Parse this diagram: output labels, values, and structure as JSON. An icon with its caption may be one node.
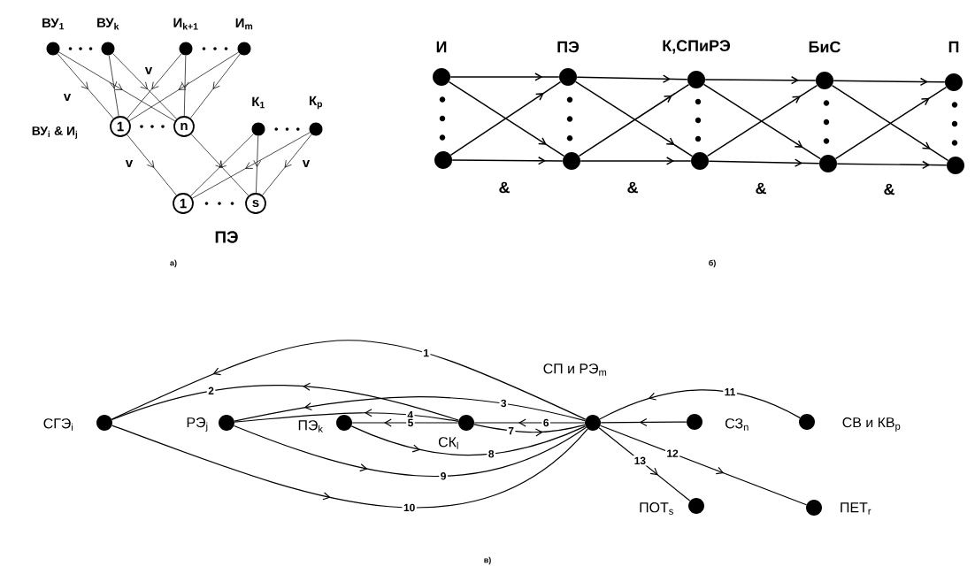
{
  "diagram": {
    "nodes": [
      {
        "text": [
          "ВУ$_{1}$"
        ]
      },
      {
        "text": [
          "ВУ$_{k}$"
        ]
      },
      {
        "text": [
          "И$_{k+1}$"
        ]
      },
      {
        "text": [
          "И$_{m}$"
        ]
      },
      {
        "text": [
          "1"
        ]
      },
      {
        "text": [
          "n"
        ]
      },
      {
        "text": [
          "К$_{1}$"
        ]
      },
      {
        "text": [
          "К$_{p}$"
        ]
      },
      {
        "text": [
          "1"
        ]
      },
      {
        "text": [
          "s"
        ]
      },
      {
        "text": [
          "И"
        ]
      },
      {
        "text": [],
        "shape": "circle"
      },
      {
        "text": [
          "ПЭ"
        ]
      },
      {
        "text": [],
        "shape": "circle"
      },
      {
        "text": [
          "К,СПиРЭ"
        ]
      },
      {
        "text": [],
        "shape": "circle"
      },
      {
        "text": [
          "БиС"
        ]
      },
      {
        "text": [],
        "shape": "circle"
      },
      {
        "text": [
          "П"
        ]
      },
      {
        "text": [],
        "shape": "circle"
      },
      {
        "text": [
          "СГЭ$_{i}$"
        ]
      },
      {
        "text": [
          "РЭ$_{j}$"
        ]
      },
      {
        "text": [
          "ПЭ$_{k}$"
        ]
      },
      {
        "text": [
          "СК$_{l}$"
        ]
      },
      {
        "text": [
          "СП и РЭ$_{m}$"
        ]
      },
      {
        "text": [
          "СЗ$_{n}$"
        ]
      },
      {
        "text": [
          "СВ и КВ$_{p}$"
        ]
      },
      {
        "text": [
          "ПОТ$_{s}$"
        ]
      },
      {
        "text": [
          "ПЕТ$_{r}$"
        ]
      }
    ],
    "edges": [
      {
        "from": 0,
        "to": 4,
        "arrow": "to"
      },
      {
        "from": 0,
        "to": 5,
        "arrow": "to"
      },
      {
        "from": 1,
        "to": 4,
        "arrow": "to"
      },
      {
        "from": 1,
        "to": 5,
        "arrow": "to"
      },
      {
        "from": 2,
        "to": 4,
        "arrow": "to"
      },
      {
        "from": 2,
        "to": 5,
        "arrow": "to"
      },
      {
        "from": 3,
        "to": 4,
        "arrow": "to"
      },
      {
        "from": 3,
        "to": 5,
        "arrow": "to"
      },
      {
        "from": 4,
        "to": 8,
        "arrow": "to"
      },
      {
        "from": 5,
        "to": 9,
        "arrow": "to"
      },
      {
        "from": 6,
        "to": 8,
        "arrow": "to"
      },
      {
        "from": 6,
        "to": 9,
        "arrow": "to"
      },
      {
        "from": 7,
        "to": 8,
        "arrow": "to"
      },
      {
        "from": 7,
        "to": 9,
        "arrow": "to"
      },
      {
        "from": 10,
        "to": 12,
        "arrow": "to"
      },
      {
        "from": 10,
        "to": 13,
        "arrow": "to"
      },
      {
        "from": 11,
        "to": 12,
        "arrow": "to"
      },
      {
        "from": 11,
        "to": 13,
        "arrow": "to"
      },
      {
        "from": 12,
        "to": 14,
        "arrow": "to"
      },
      {
        "from": 12,
        "to": 15,
        "arrow": "to"
      },
      {
        "from": 13,
        "to": 14,
        "arrow": "to"
      },
      {
        "from": 13,
        "to": 15,
        "arrow": "to"
      },
      {
        "from": 14,
        "to": 16,
        "arrow": "to"
      },
      {
        "from": 14,
        "to": 17,
        "arrow": "to"
      },
      {
        "from": 15,
        "to": 16,
        "arrow": "to"
      },
      {
        "from": 15,
        "to": 17,
        "arrow": "to"
      },
      {
        "from": 16,
        "to": 18,
        "arrow": "to"
      },
      {
        "from": 16,
        "to": 19,
        "arrow": "to"
      },
      {
        "from": 17,
        "to": 18,
        "arrow": "to"
      },
      {
        "from": 17,
        "to": 19,
        "arrow": "to"
      },
      {
        "from": 24,
        "to": 20,
        "label": "1",
        "arrow": "to"
      },
      {
        "from": 23,
        "to": 20,
        "label": "2",
        "arrow": "to"
      },
      {
        "from": 24,
        "to": 21,
        "label": "3",
        "arrow": "to"
      },
      {
        "from": 23,
        "to": 21,
        "label": "4",
        "arrow": "to"
      },
      {
        "from": 23,
        "to": 22,
        "label": "5",
        "arrow": "to"
      },
      {
        "from": 24,
        "to": 23,
        "label": "6",
        "arrow": "to"
      },
      {
        "from": 23,
        "to": 24,
        "label": "7",
        "arrow": "to"
      },
      {
        "from": 22,
        "to": 24,
        "label": "8",
        "arrow": "to"
      },
      {
        "from": 21,
        "to": 24,
        "label": "9",
        "arrow": "to"
      },
      {
        "from": 20,
        "to": 24,
        "label": "10",
        "arrow": "to"
      },
      {
        "from": 26,
        "to": 24,
        "label": "11",
        "arrow": "to"
      },
      {
        "from": 25,
        "to": 24,
        "arrow": "to"
      },
      {
        "from": 24,
        "to": 28,
        "label": "12",
        "arrow": "to"
      },
      {
        "from": 24,
        "to": 27,
        "label": "13",
        "arrow": "to"
      }
    ],
    "labels": [
      "v",
      "v",
      "ВУ$_{i}$ & И$_{j}$",
      "v",
      "v",
      "ПЭ",
      "а)",
      "&",
      "&",
      "&",
      "&",
      "б)",
      "в)"
    ]
  }
}
